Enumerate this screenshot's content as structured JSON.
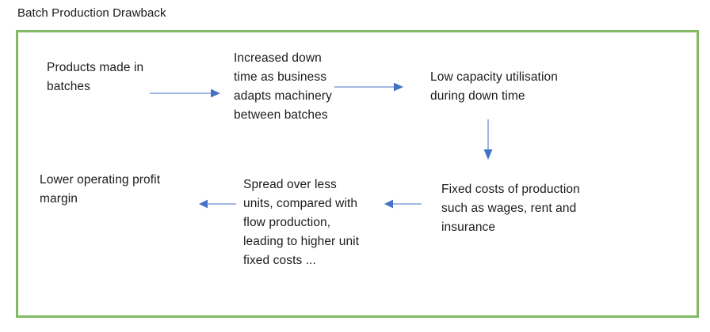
{
  "title": "Batch Production Drawback",
  "colors": {
    "frame_border": "#82b962",
    "arrow_stem": "#94aedf",
    "arrow_head": "#4472c4",
    "text": "#1b1b1b"
  },
  "diagram": {
    "type": "flowchart",
    "nodes": [
      {
        "id": "products",
        "text": "Products made in\nbatches"
      },
      {
        "id": "increased-downtime",
        "text": "Increased down\ntime as business\nadapts machinery\nbetween batches"
      },
      {
        "id": "low-capacity",
        "text": "Low capacity utilisation\nduring down time"
      },
      {
        "id": "fixed-costs",
        "text": "Fixed costs of production\nsuch as wages, rent and\ninsurance"
      },
      {
        "id": "spread-over-less",
        "text": "Spread over less\nunits, compared with\nflow production,\nleading to higher unit\nfixed costs ..."
      },
      {
        "id": "lower-margin",
        "text": "Lower operating profit\nmargin"
      }
    ],
    "arrows": [
      {
        "from": "products",
        "to": "increased-downtime",
        "direction": "right"
      },
      {
        "from": "increased-downtime",
        "to": "low-capacity",
        "direction": "right"
      },
      {
        "from": "low-capacity",
        "to": "fixed-costs",
        "direction": "down"
      },
      {
        "from": "fixed-costs",
        "to": "spread-over-less",
        "direction": "left"
      },
      {
        "from": "spread-over-less",
        "to": "lower-margin",
        "direction": "left"
      }
    ]
  }
}
